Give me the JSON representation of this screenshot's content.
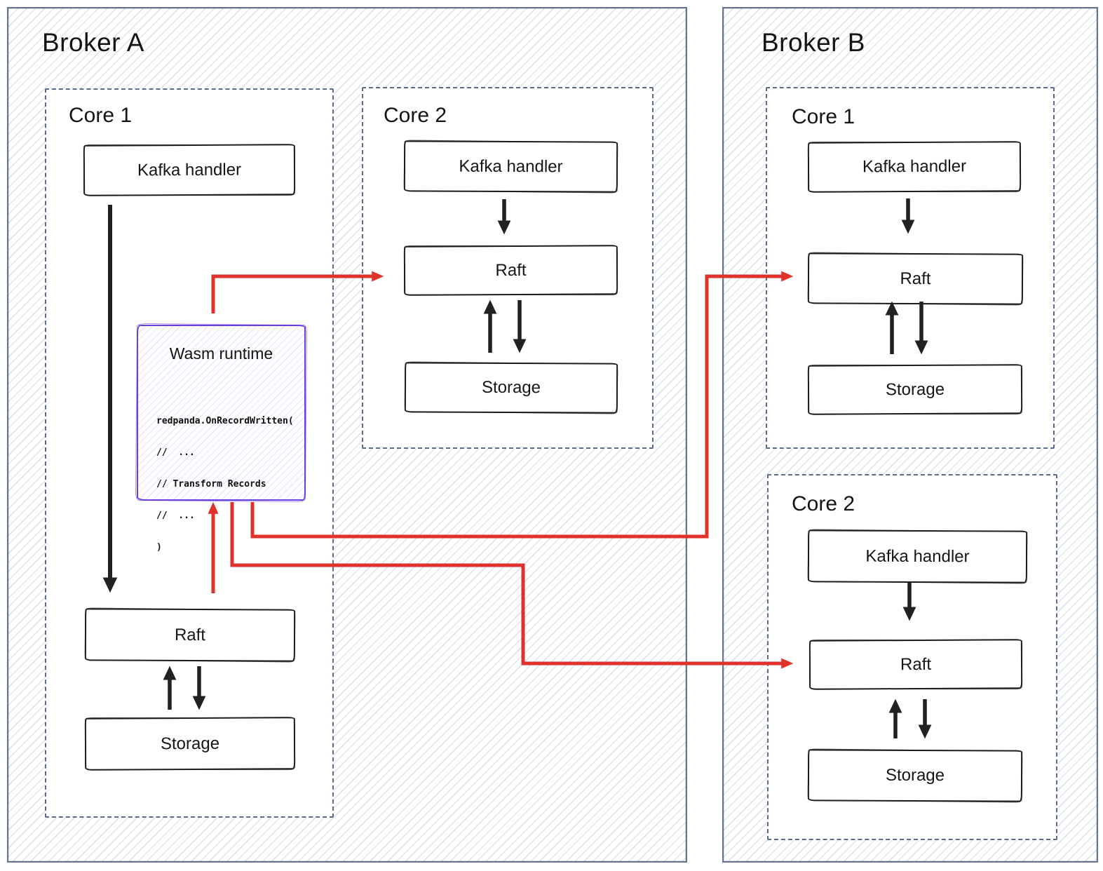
{
  "diagram": {
    "brokerA": {
      "title": "Broker A",
      "core1": {
        "title": "Core 1",
        "kafka": "Kafka handler",
        "raft": "Raft",
        "storage": "Storage",
        "wasm": {
          "title": "Wasm runtime",
          "code": [
            "redpanda.OnRecordWritten(",
            "//  ...",
            "// Transform Records",
            "//  ...",
            ")"
          ]
        }
      },
      "core2": {
        "title": "Core 2",
        "kafka": "Kafka handler",
        "raft": "Raft",
        "storage": "Storage"
      }
    },
    "brokerB": {
      "title": "Broker B",
      "core1": {
        "title": "Core 1",
        "kafka": "Kafka handler",
        "raft": "Raft",
        "storage": "Storage"
      },
      "core2": {
        "title": "Core 2",
        "kafka": "Kafka handler",
        "raft": "Raft",
        "storage": "Storage"
      }
    },
    "connections": [
      "Kafka handler (A core1) -> Raft (A core1)",
      "Kafka handler (A core2) -> Raft (A core2)",
      "Raft (A core1) <-> Storage (A core1)",
      "Raft (A core2) <-> Storage (A core2)",
      "Raft (A core1) -> Wasm runtime",
      "Wasm runtime -> Raft (A core2)",
      "Wasm runtime -> Raft (B core1)",
      "Wasm runtime -> Raft (B core2)",
      "Kafka handler (B core1) -> Raft (B core1)",
      "Kafka handler (B core2) -> Raft (B core2)",
      "Raft (B core1) <-> Storage (B core1)",
      "Raft (B core2) <-> Storage (B core2)"
    ],
    "colors": {
      "red_arrow": "#df322d",
      "purple_border": "#6a3fdf",
      "sketch_ink": "#1d1d1d",
      "frame_border": "#66748e",
      "hatch_line": "#aebad0"
    }
  }
}
